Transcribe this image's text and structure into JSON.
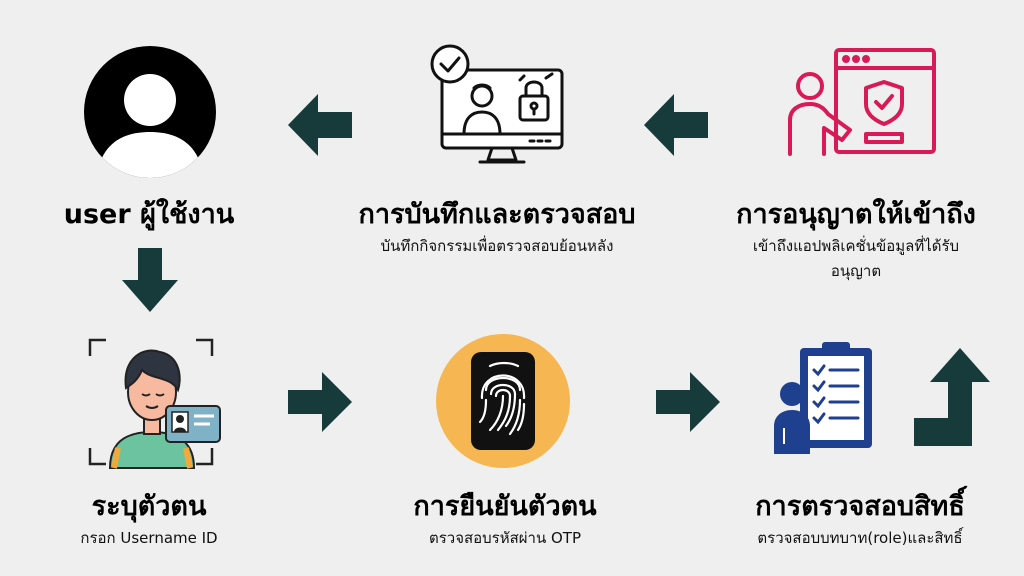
{
  "steps": {
    "user": {
      "title": "user ผู้ใช้งาน"
    },
    "logging": {
      "title": "การบันทึกและตรวจสอบ",
      "subtitle": "บันทึกกิจกรรมเพื่อตรวจสอบย้อนหลัง"
    },
    "authorize": {
      "title": "การอนุญาตให้เข้าถึง",
      "subtitle_line1": "เข้าถึงแอปพลิเคชั่นข้อมูลที่ได้รับ",
      "subtitle_line2": "อนุญาต"
    },
    "identify": {
      "title": "ระบุตัวตน",
      "subtitle": "กรอก Username ID"
    },
    "authenticate": {
      "title": "การยืนยันตัวตน",
      "subtitle": "ตรวจสอบรหัสผ่าน OTP"
    },
    "access_check": {
      "title": "การตรวจสอบสิทธิ์",
      "subtitle": "ตรวจสอบบทบาท(role)และสิทธิ์"
    }
  },
  "colors": {
    "arrow": "#173a3a",
    "pink": "#d81b56",
    "blue": "#1f3f8f",
    "fingerprint_bg": "#f6b651"
  },
  "icons": [
    "user-avatar-icon",
    "monitor-lock-icon",
    "shield-browser-icon",
    "face-id-card-icon",
    "fingerprint-icon",
    "checklist-person-icon"
  ]
}
